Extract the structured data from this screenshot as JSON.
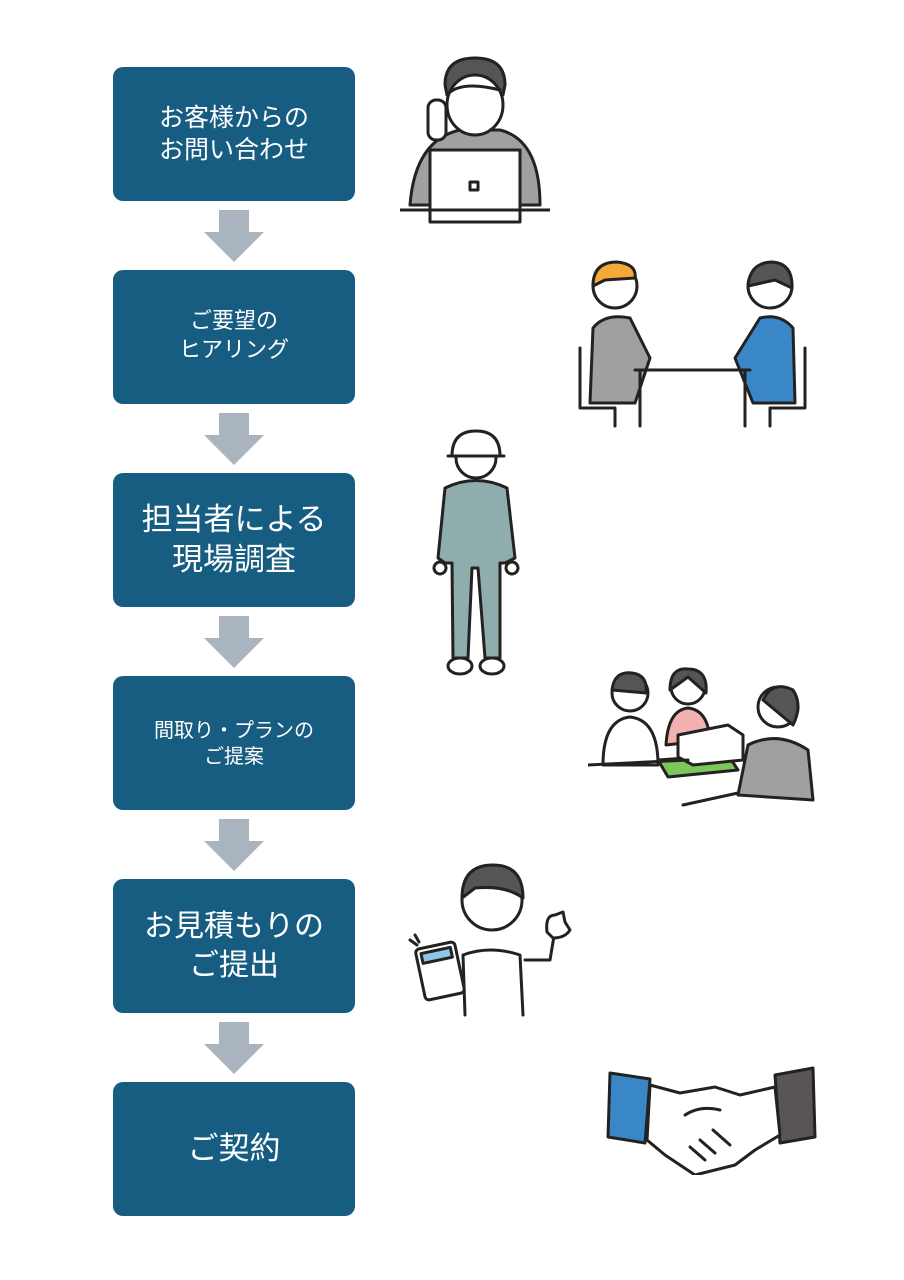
{
  "steps": [
    {
      "label": "お客様からの\nお問い合わせ",
      "illustration": "man-on-phone-with-laptop-icon"
    },
    {
      "label": "ご要望の\nヒアリング",
      "illustration": "two-people-meeting-at-table-icon"
    },
    {
      "label": "担当者による\n現場調査",
      "illustration": "worker-in-helmet-icon"
    },
    {
      "label": "間取り・プランの\nご提案",
      "illustration": "plan-proposal-with-house-model-icon"
    },
    {
      "label": "お見積もりの\nご提出",
      "illustration": "man-with-calculator-icon"
    },
    {
      "label": "ご契約",
      "illustration": "handshake-icon"
    }
  ],
  "colors": {
    "box": "#175d82",
    "arrow": "#a9b4bf",
    "text": "#ffffff"
  }
}
